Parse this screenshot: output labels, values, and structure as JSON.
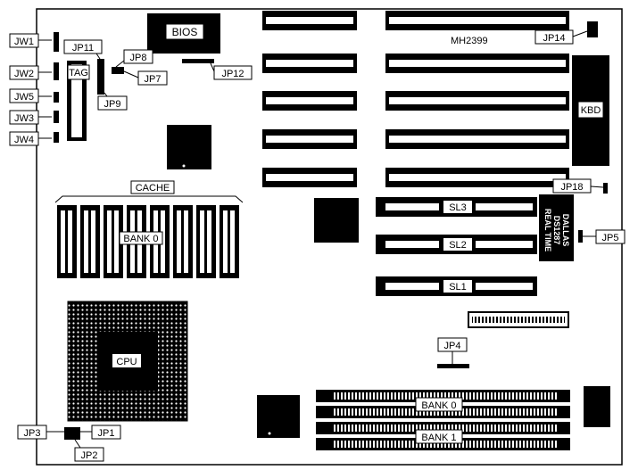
{
  "board": {
    "model": "MH2399"
  },
  "labels": {
    "bios": "BIOS",
    "tag": "TAG",
    "kbd": "KBD",
    "cache": "CACHE",
    "cache_bank": "BANK 0",
    "cpu": "CPU",
    "sl3": "SL3",
    "sl2": "SL2",
    "sl1": "SL1",
    "simm_bank0": "BANK 0",
    "simm_bank1": "BANK 1"
  },
  "rtc": {
    "line1": "DALLAS",
    "line2": "DS1287",
    "line3": "REAL TIME"
  },
  "jumpers": {
    "jw1": "JW1",
    "jw2": "JW2",
    "jw5": "JW5",
    "jw3": "JW3",
    "jw4": "JW4",
    "jp11": "JP11",
    "jp8": "JP8",
    "jp7": "JP7",
    "jp9": "JP9",
    "jp12": "JP12",
    "jp14": "JP14",
    "jp18": "JP18",
    "jp5": "JP5",
    "jp4": "JP4",
    "jp3": "JP3",
    "jp1": "JP1",
    "jp2": "JP2"
  }
}
